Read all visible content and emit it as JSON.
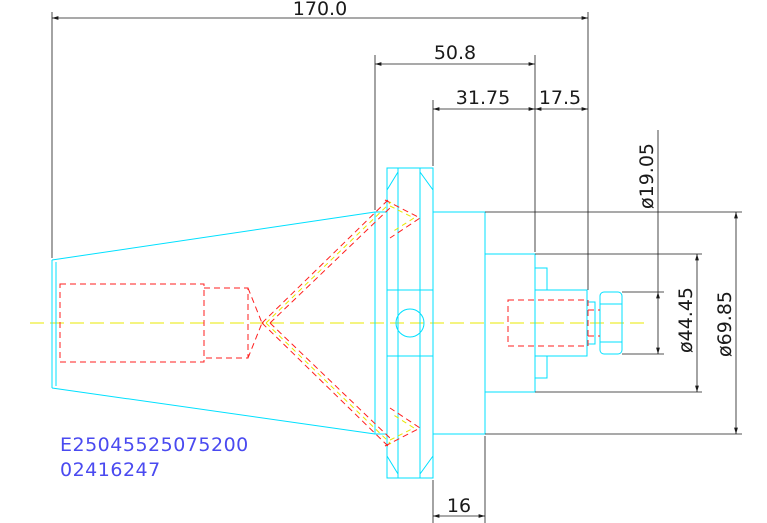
{
  "colors": {
    "outline": "#00e0ff",
    "hidden": "#ff1f1f",
    "centerline": "#e8e800",
    "hatch": "#e8e800",
    "dimension": "#1a1a1a",
    "code": "#4a4af0"
  },
  "dimensions": {
    "overall_length": "170.0",
    "flange_length": "50.8",
    "pilot_length": "31.75",
    "nose_length": "17.5",
    "flange_width": "16",
    "bore_dia": "ø19.05",
    "pilot_dia": "ø44.45",
    "body_dia": "ø69.85"
  },
  "part_code": {
    "line1": "E25045525075200",
    "line2": "02416247"
  }
}
